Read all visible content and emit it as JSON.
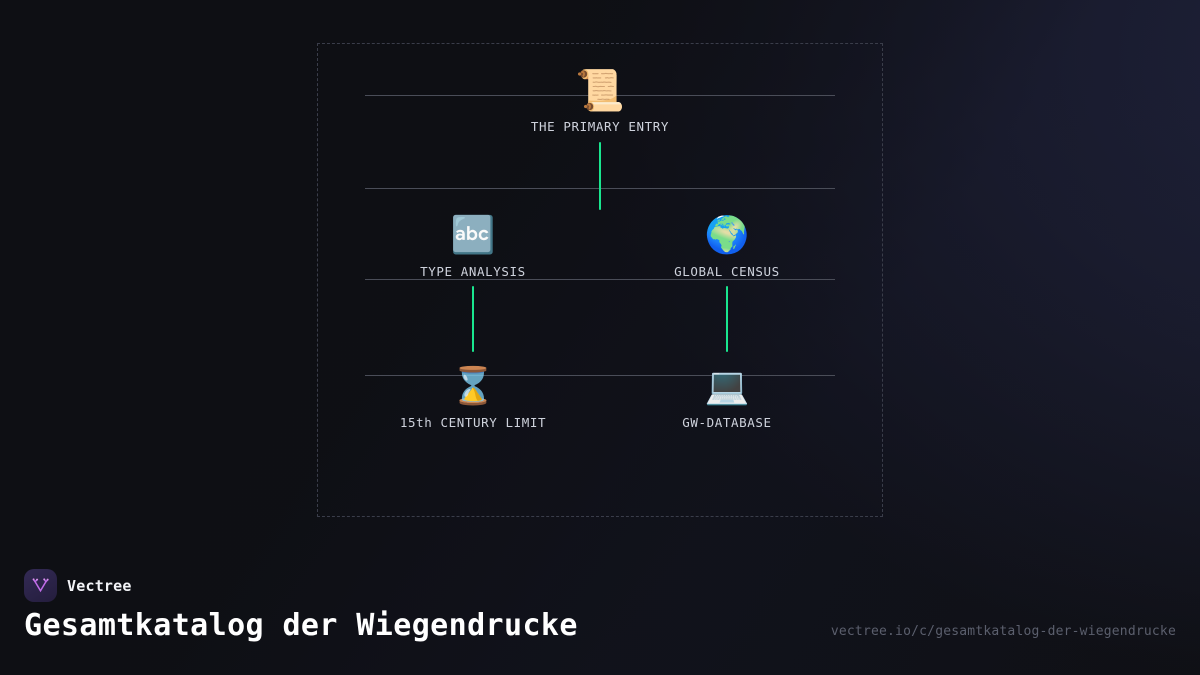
{
  "background": {
    "base_color": "#0f1015",
    "accent_glow_color": "#20233c"
  },
  "canvas": {
    "border_style": "dashed",
    "border_color": "#3a3d4a",
    "connector_color": "#19e68f",
    "rule_color": "#4a4d58"
  },
  "tree": {
    "nodes": [
      {
        "id": "root",
        "label": "THE PRIMARY ENTRY",
        "icon": "scroll-icon",
        "emoji": "📜",
        "depth": 0
      },
      {
        "id": "type-analysis",
        "label": "TYPE ANALYSIS",
        "icon": "input-latin-letters-icon",
        "emoji": "🔤",
        "depth": 1
      },
      {
        "id": "global-census",
        "label": "GLOBAL CENSUS",
        "icon": "globe-europe-africa-icon",
        "emoji": "🌍",
        "depth": 1
      },
      {
        "id": "century-limit",
        "label": "15th CENTURY LIMIT",
        "icon": "hourglass-done-icon",
        "emoji": "⌛",
        "depth": 2
      },
      {
        "id": "gw-database",
        "label": "GW-DATABASE",
        "icon": "laptop-icon",
        "emoji": "💻",
        "depth": 2
      }
    ],
    "edges": [
      {
        "from": "root",
        "to": "type-analysis"
      },
      {
        "from": "root",
        "to": "global-census"
      },
      {
        "from": "type-analysis",
        "to": "century-limit"
      },
      {
        "from": "global-census",
        "to": "gw-database"
      }
    ]
  },
  "footer": {
    "brand_name": "Vectree",
    "logo_icon": "vectree-logo-icon",
    "logo_color": "#c06ce8",
    "page_title": "Gesamtkatalog der Wiegendrucke",
    "url": "vectree.io/c/gesamtkatalog-der-wiegendrucke"
  }
}
